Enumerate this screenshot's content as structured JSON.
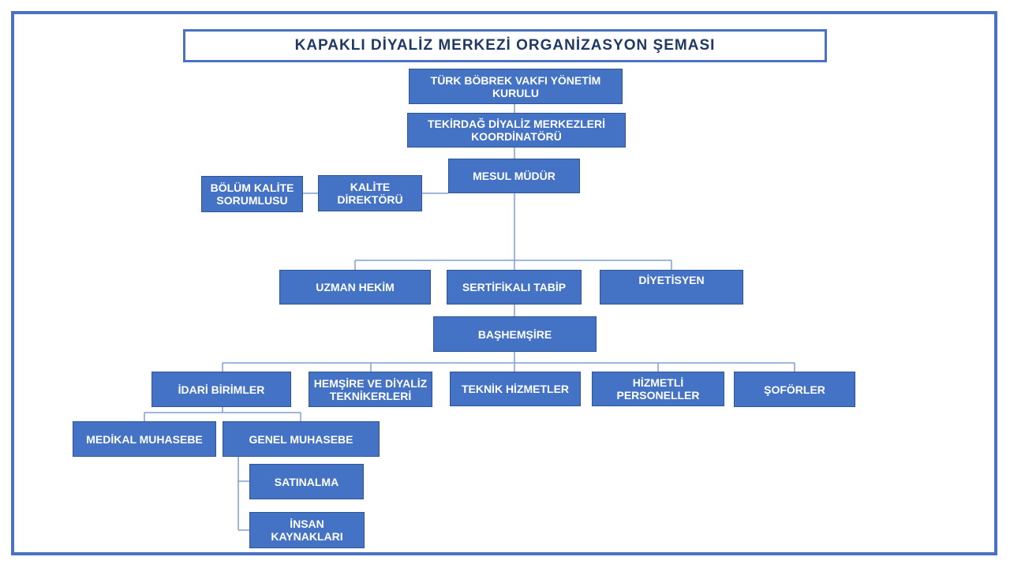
{
  "title": "KAPAKLI DİYALİZ MERKEZİ ORGANİZASYON ŞEMASI",
  "colors": {
    "box": "#4472c4",
    "frame": "#4a72c4",
    "title_text": "#1f3864",
    "line": "#7f9fd4"
  },
  "nodes": {
    "tbv": "TÜRK BÖBREK VAKFI YÖNETİM\nKURULU",
    "tekirdag": "TEKİRDAĞ DİYALİZ MERKEZLERİ\nKOORDİNATÖRÜ",
    "mesul": "MESUL MÜDÜR",
    "kalite_direktor": "KALİTE\nDİREKTÖRÜ",
    "bolum_kalite": "BÖLÜM KALİTE\nSORUMLUSU",
    "uzman": "UZMAN HEKİM",
    "sertifikali": "SERTİFİKALI TABİP",
    "diyetisyen": "DİYETİSYEN",
    "bashemsire": "BAŞHEMŞİRE",
    "idari": "İDARİ BİRİMLER",
    "hemsire": "HEMŞİRE VE DİYALİZ\nTEKNİKERLERİ",
    "teknik": "TEKNİK HİZMETLER",
    "hizmetli": "HİZMETLİ\nPERSONELLER",
    "sofor": "ŞOFÖRLER",
    "medikal": "MEDİKAL MUHASEBE",
    "genel": "GENEL MUHASEBE",
    "satinalma": "SATINALMA",
    "insan": "İNSAN\nKAYNAKLARI"
  }
}
